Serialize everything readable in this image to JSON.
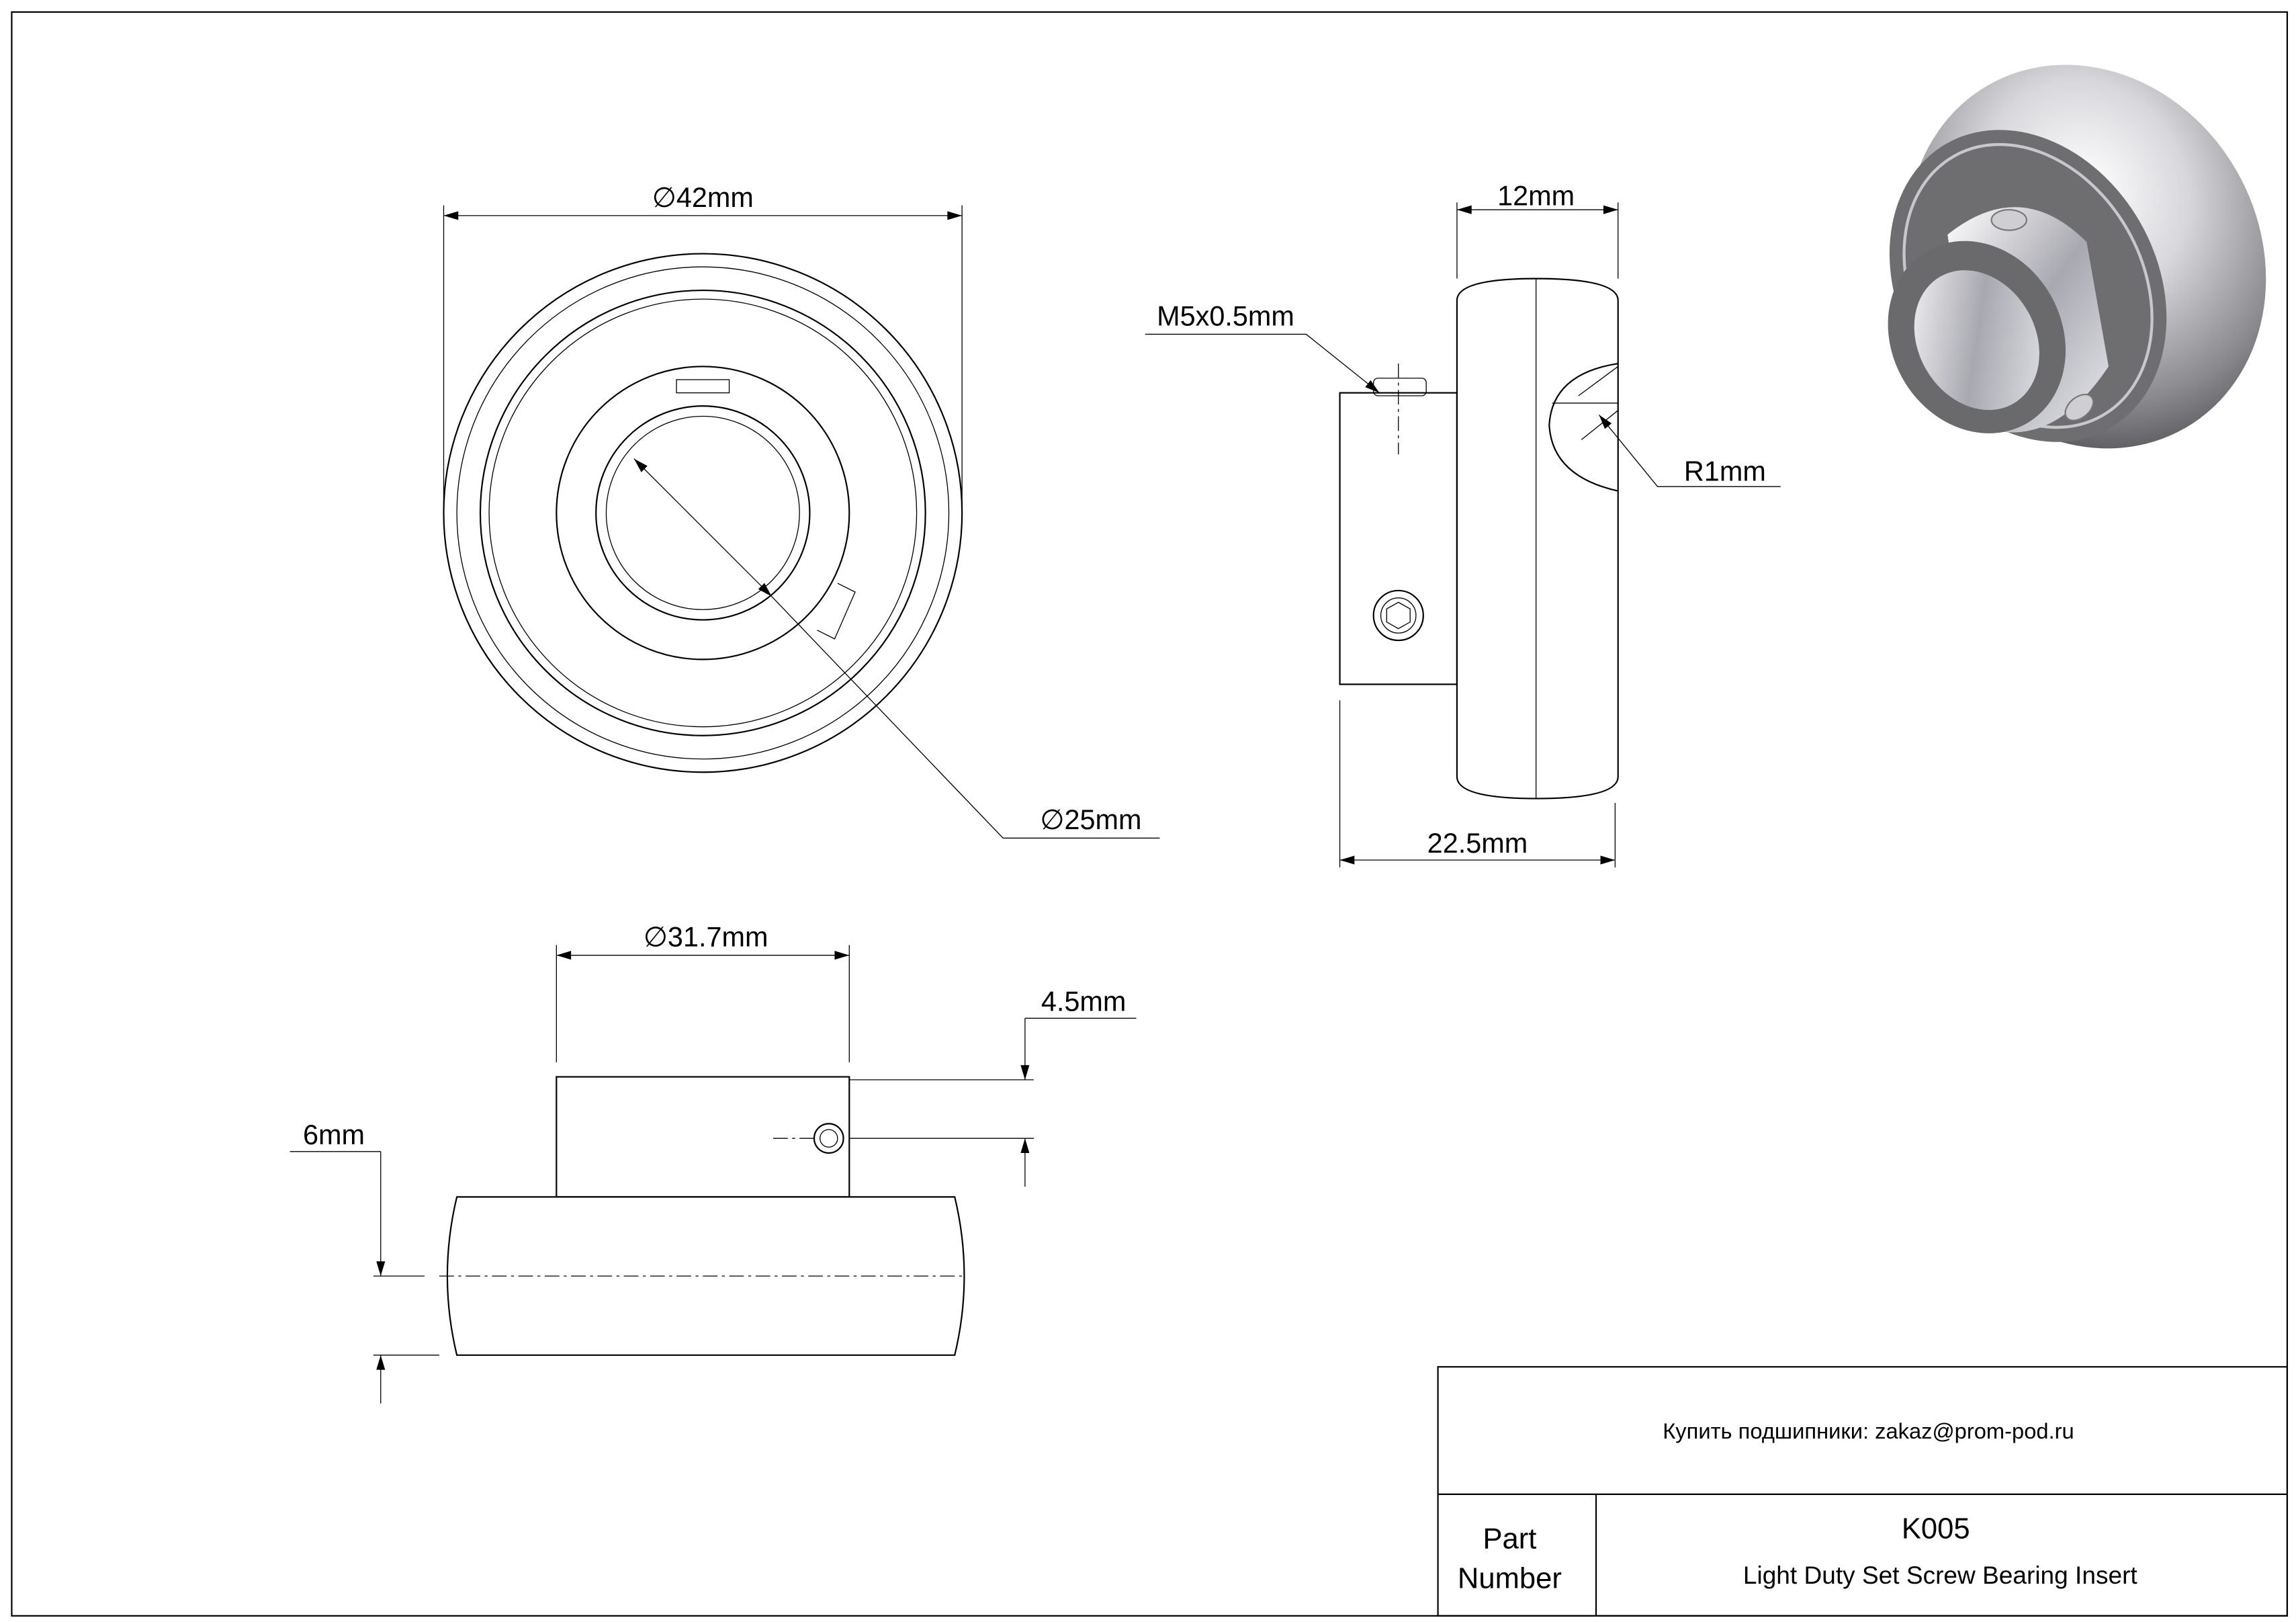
{
  "dimensions": {
    "outer_diameter": "42mm",
    "bore_diameter": "25mm",
    "ring_width": "12mm",
    "overall_width": "22.5mm",
    "set_screw": "M5x0.5mm",
    "radius": "R1mm",
    "collar_diameter": "31.7mm",
    "screw_offset": "4.5mm",
    "ring_offset": "6mm",
    "diameter_symbol": "∅"
  },
  "title_block": {
    "contact": "Купить подшипники: zakaz@prom-pod.ru",
    "part_label_line1": "Part",
    "part_label_line2": "Number",
    "part_number": "K005",
    "description": "Light Duty Set Screw Bearing Insert"
  }
}
